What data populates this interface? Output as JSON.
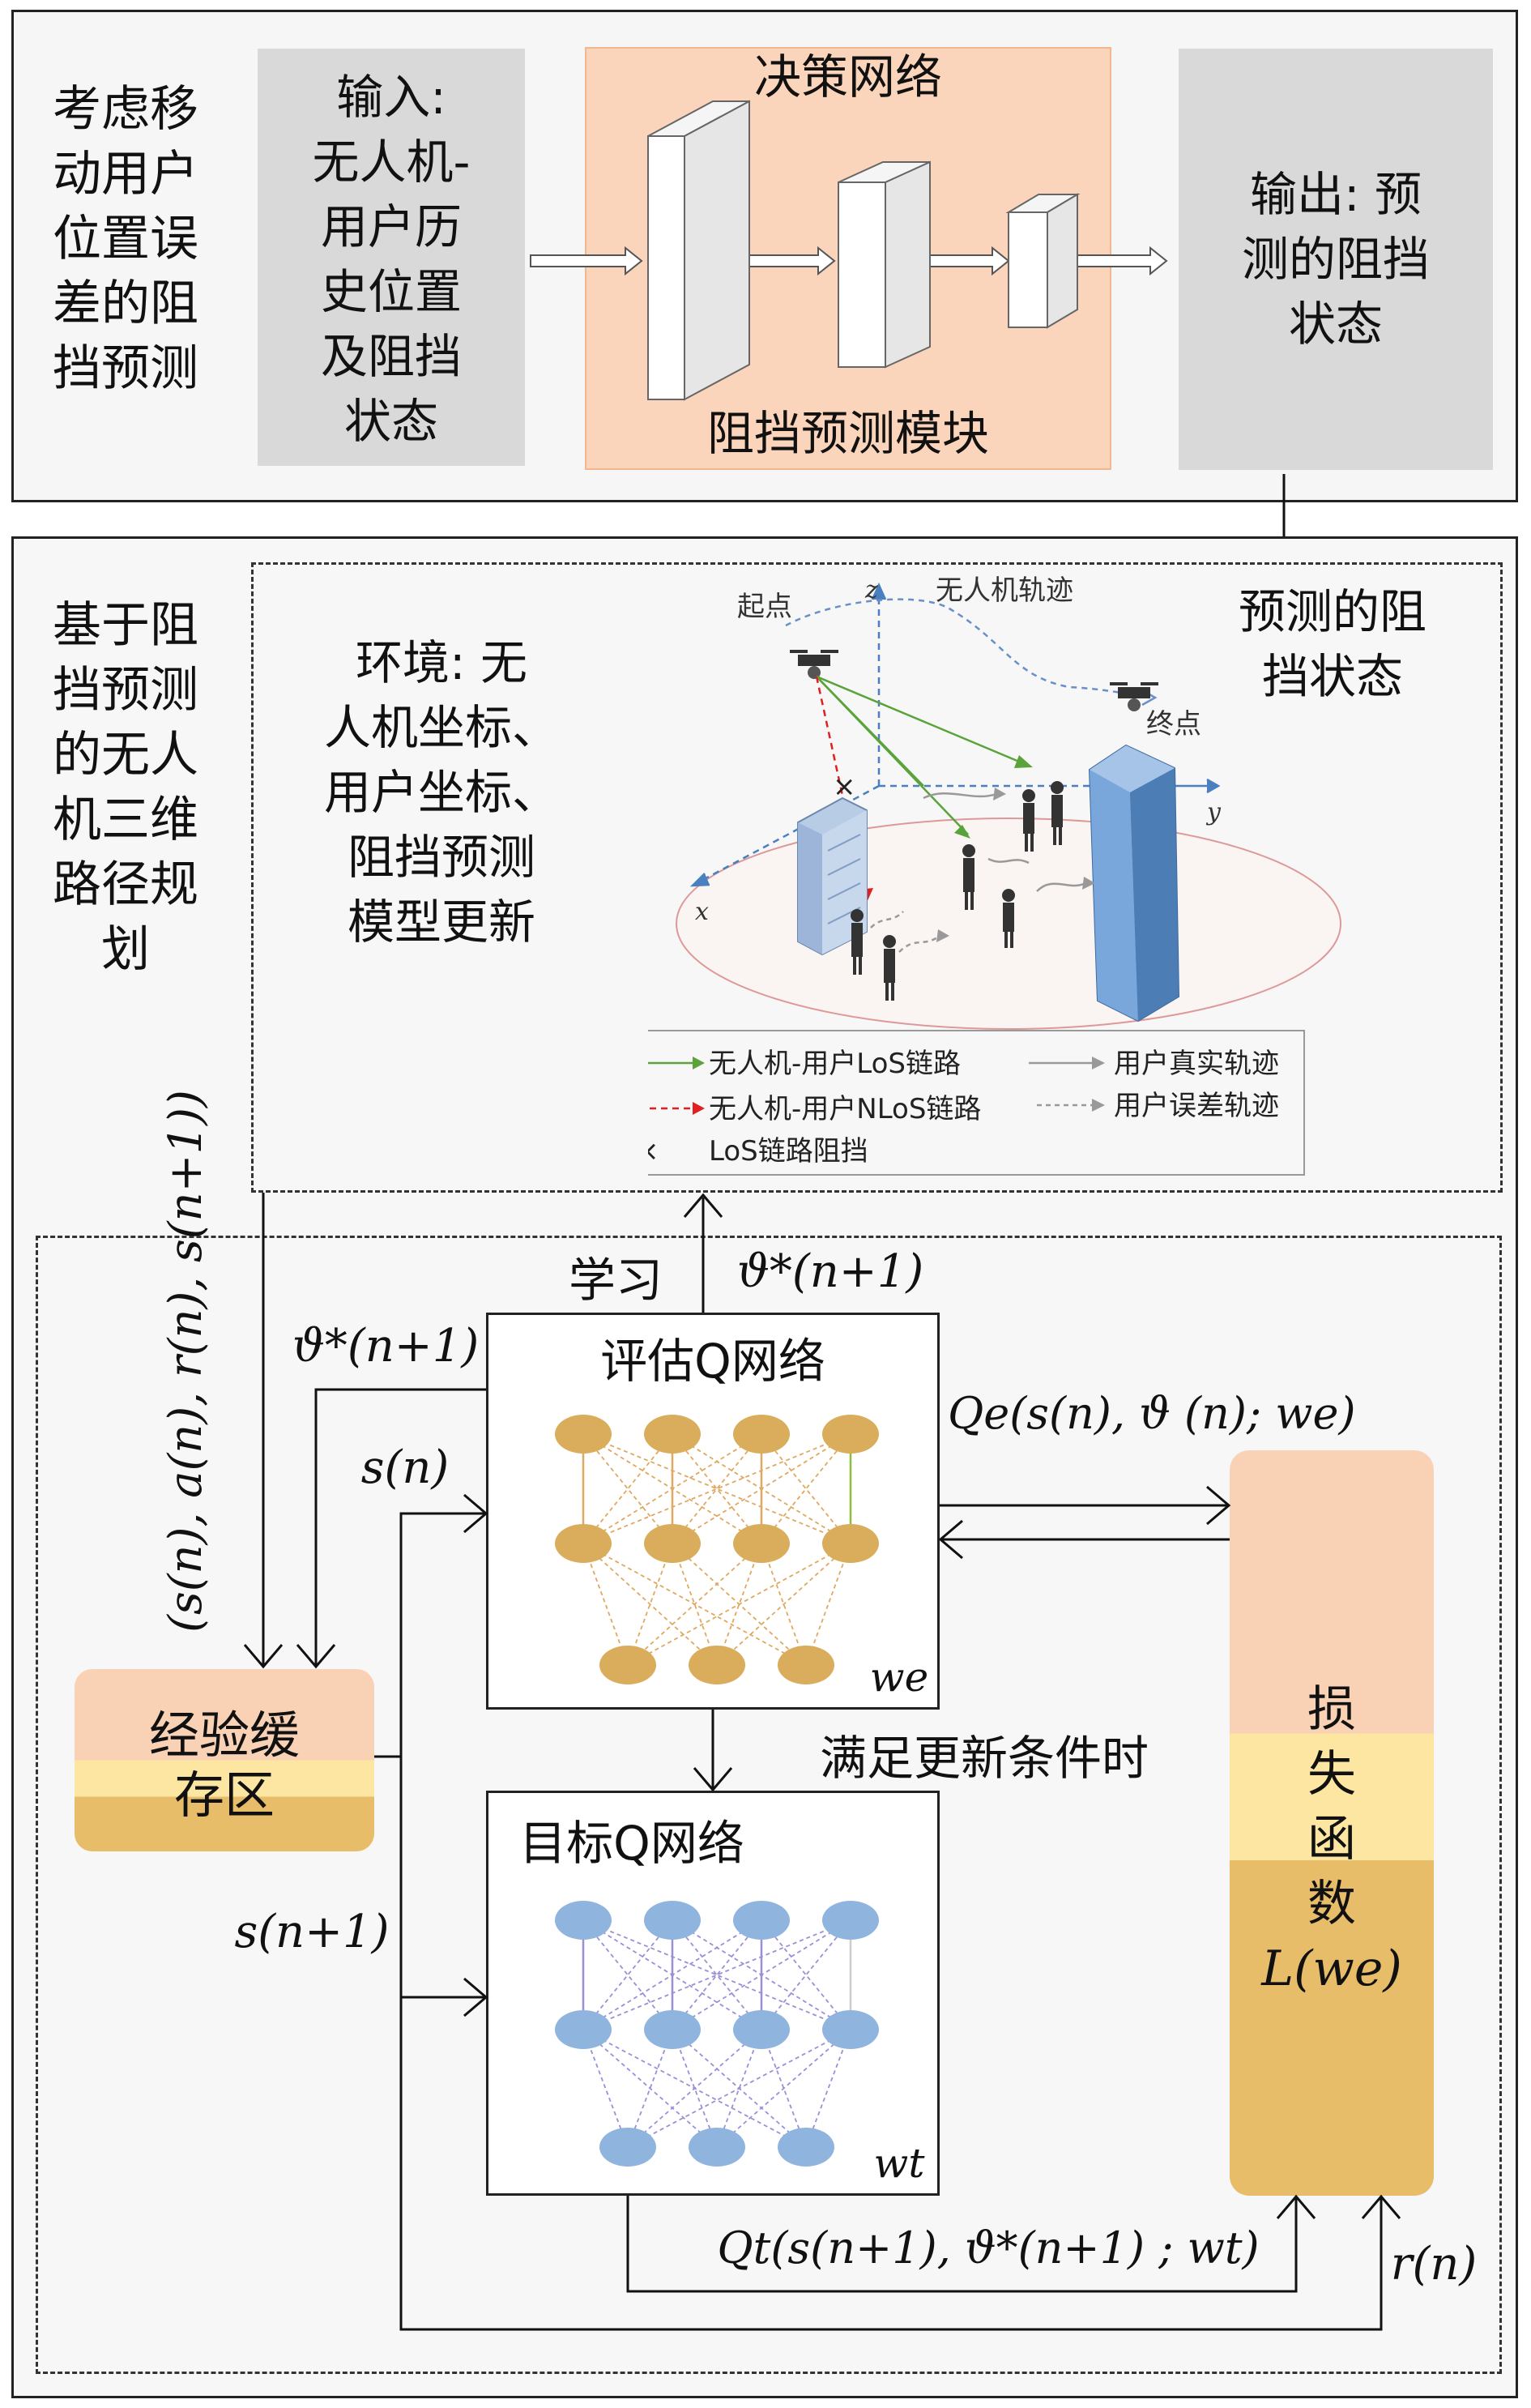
{
  "top_section": {
    "left_caption": [
      "考虑移",
      "动用户",
      "位置误",
      "差的阻",
      "挡预测"
    ],
    "input_lines": [
      "输入:",
      "无人机-",
      "用户历",
      "史位置",
      "及阻挡",
      "状态"
    ],
    "decision_title": "决策网络",
    "module_title": "阻挡预测模块",
    "output_lines": [
      "输出: 预",
      "测的阻挡",
      "状态"
    ]
  },
  "bottom_section": {
    "left_caption": [
      "基于阻",
      "挡预测",
      "的无人",
      "机三维",
      "路径规",
      "划"
    ],
    "predicted_state": [
      "预测的阻",
      "挡状态"
    ],
    "env_lines": [
      "环境: 无",
      "人机坐标、",
      "用户坐标、",
      "阻挡预测",
      "模型更新"
    ],
    "scene": {
      "start_label": "起点",
      "end_label": "终点",
      "uav_trajectory_label": "无人机轨迹",
      "axis_x": "x",
      "axis_y": "y",
      "axis_z": "z"
    },
    "legend": {
      "los": "无人机-用户LoS链路",
      "nlos": "无人机-用户NLoS链路",
      "blocked": "LoS链路阻挡",
      "true_traj": "用户真实轨迹",
      "err_traj": "用户误差轨迹"
    },
    "learn_label": "学习",
    "theta_up": "ϑ*(n+1)",
    "theta_left": "ϑ*(n+1)",
    "tuple_label": "(s(n), a(n), r(n), s(n+1))",
    "s_n": "s(n)",
    "s_n1": "s(n+1)",
    "eval_net_title": "评估Q网络",
    "eval_weight": "we",
    "qe_label": "Qe(s(n), ϑ (n); we)",
    "update_cond": "满足更新条件时",
    "target_net_title": "目标Q网络",
    "target_weight": "wt",
    "qt_label": "Qt(s(n+1), ϑ*(n+1) ; wt)",
    "rn_label": "r(n)",
    "buffer_lines": [
      "经验缓",
      "存区"
    ],
    "loss_lines": [
      "损",
      "失",
      "函",
      "数",
      "L(we)"
    ]
  },
  "colors": {
    "gray_box": "#d9d9d9",
    "decision_bg": "#fbd5bb",
    "eval_node": "#d9ad5b",
    "target_node": "#8fb4de",
    "grad_top": "#f9d2b6",
    "grad_mid": "#fde6a2",
    "grad_bot": "#e8bd6a",
    "section_bg": "#f7f7f7"
  }
}
